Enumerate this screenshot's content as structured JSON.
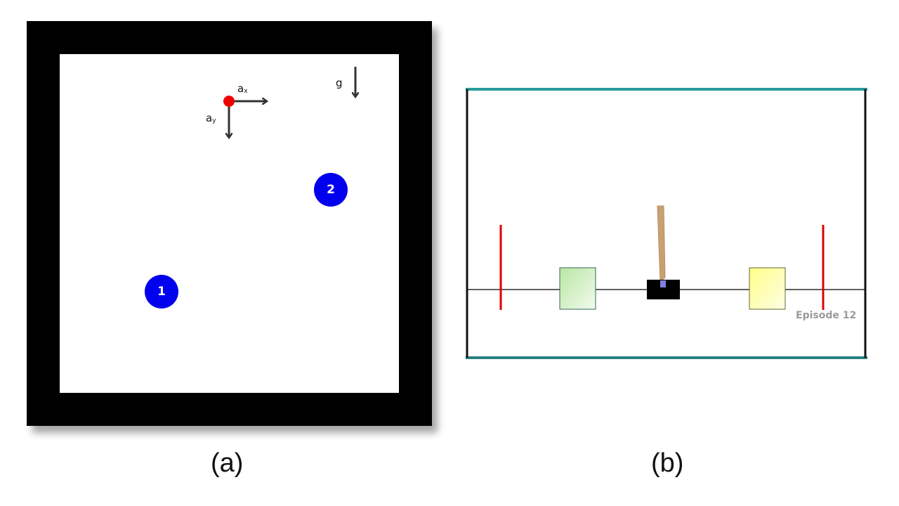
{
  "panel_a": {
    "ball_1_label": "1",
    "ball_2_label": "2",
    "ax_label": "a",
    "ax_subscript": "x",
    "ay_label": "a",
    "ay_subscript": "y",
    "g_label": "g",
    "colors": {
      "border": "#000000",
      "ball": "#0000ee",
      "agent": "#ee0000",
      "arrow": "#333333"
    }
  },
  "panel_b": {
    "episode_text": "Episode 12",
    "colors": {
      "frame_top_bottom": "#2a9a9a",
      "goal_left": "#c8ecb8",
      "goal_right": "#ffff99",
      "limit_lines": "#e00000",
      "cart": "#000000",
      "pole": "#c9a070",
      "axle": "#8080e0"
    }
  },
  "captions": {
    "a": "(a)",
    "b": "(b)"
  }
}
